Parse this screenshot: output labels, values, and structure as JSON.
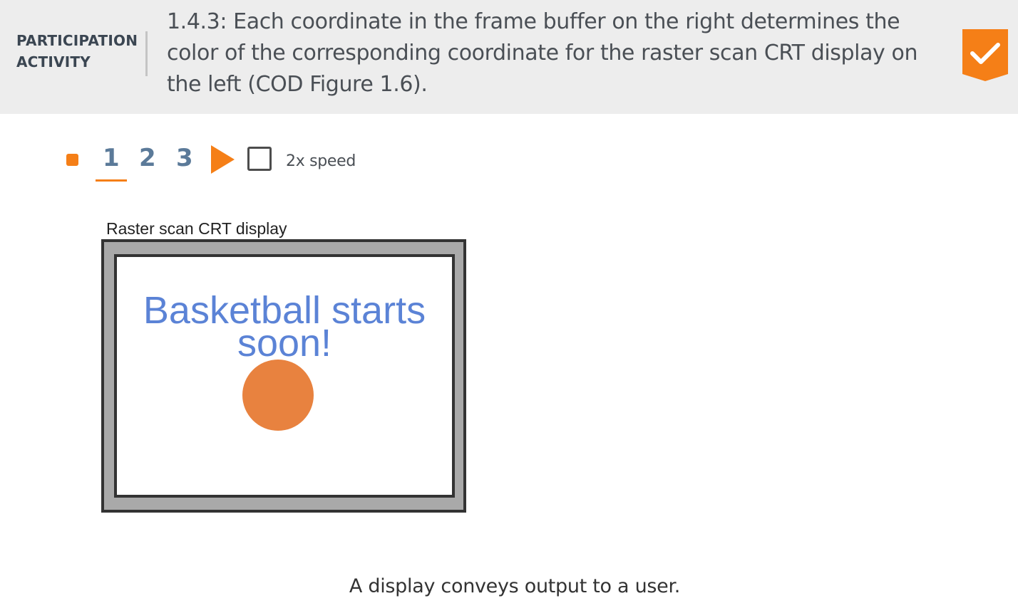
{
  "header": {
    "activity_label_line1": "PARTICIPATION",
    "activity_label_line2": "ACTIVITY",
    "title": "1.4.3: Each coordinate in the frame buffer on the right determines the color of the corresponding coordinate for the raster scan CRT display on the left (COD Figure 1.6).",
    "completion_icon": "checkmark-icon",
    "accent_color": "#f57f17"
  },
  "controls": {
    "stop_icon": "stop-icon",
    "steps": [
      "1",
      "2",
      "3"
    ],
    "active_step": "1",
    "play_icon": "play-icon",
    "speed_checked": false,
    "speed_label": "2x speed"
  },
  "animation": {
    "crt_label": "Raster scan CRT display",
    "screen_text": "Basketball starts soon!",
    "screen_text_color": "#5b83d6",
    "ball_color": "#e8823f",
    "caption": "A display conveys output to a user."
  }
}
